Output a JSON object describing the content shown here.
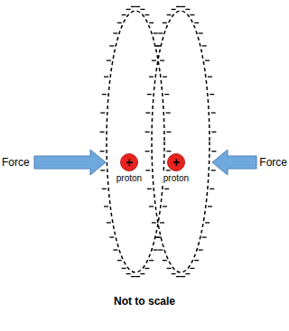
{
  "diagram": {
    "caption": "Not to scale",
    "nodes": [
      {
        "text": [
          "+",
          "proton"
        ]
      },
      {
        "text": [
          "+",
          "proton"
        ]
      }
    ],
    "labels": [
      "Force",
      "Force"
    ]
  }
}
